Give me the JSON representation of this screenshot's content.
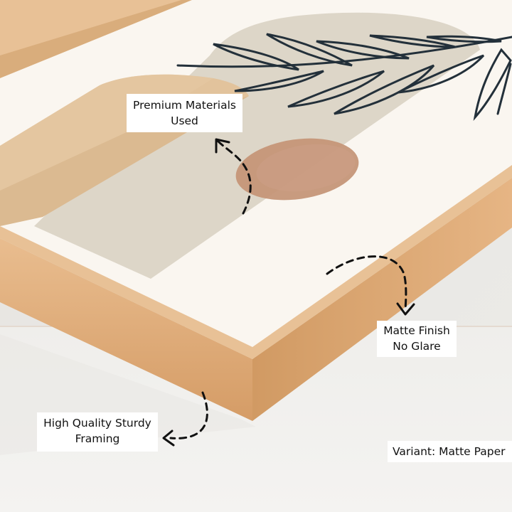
{
  "scene": {
    "subject": "wood-framed-botanical-print",
    "colors": {
      "wall": "#ebe9e6",
      "floor": "#f1f0ee",
      "print_paper": "#faf6f0",
      "frame_wood": "#e2b07f",
      "frame_wood_dark": "#c98d58",
      "arch_large": "#ddd6c8",
      "arch_tan": "#e2c39c",
      "sun_circle": "#c59678",
      "leaf_stroke": "#23303a"
    }
  },
  "callouts": {
    "premium": {
      "line1": "Premium Materials",
      "line2": "Used"
    },
    "matte": {
      "line1": "Matte Finish",
      "line2": "No Glare"
    },
    "framing": {
      "line1": "High Quality Sturdy",
      "line2": "Framing"
    },
    "variant": {
      "text": "Variant: Matte Paper"
    }
  },
  "icons": [
    "curved-dashed-arrow-icon"
  ]
}
